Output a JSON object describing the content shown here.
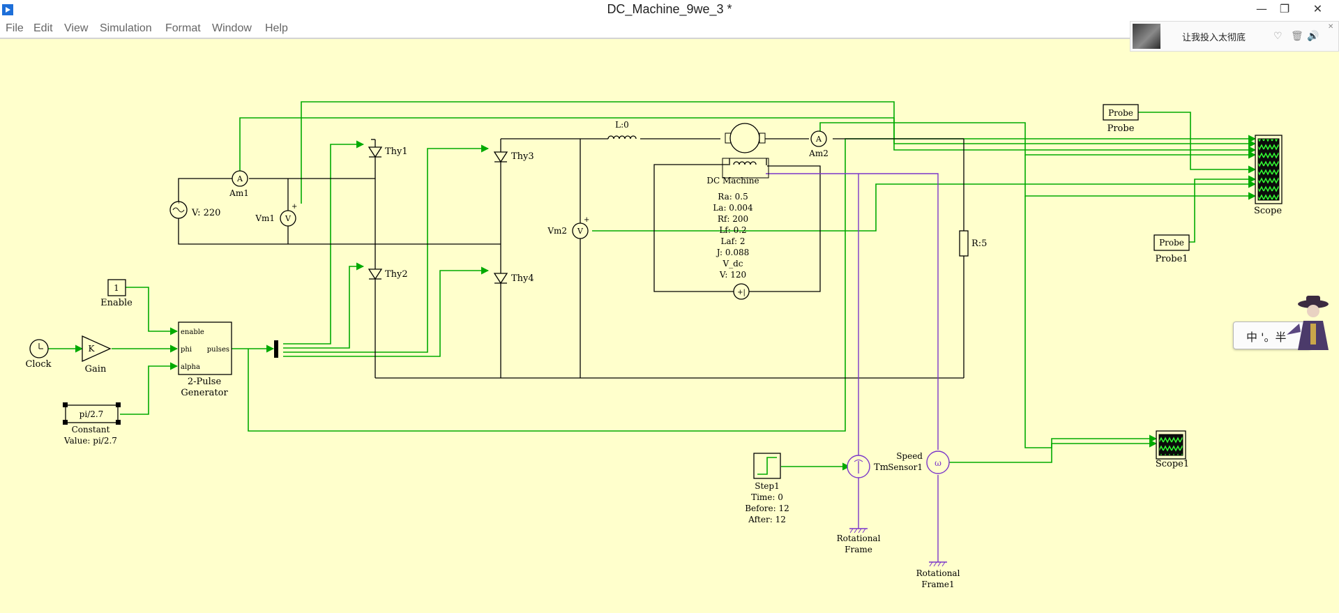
{
  "window": {
    "title": "DC_Machine_9we_3 *",
    "controls": {
      "minimize": "—",
      "maximize": "❐",
      "close": "✕"
    }
  },
  "menu": [
    "File",
    "Edit",
    "View",
    "Simulation",
    "Format",
    "Window",
    "Help"
  ],
  "blocks": {
    "clock": {
      "label": "Clock"
    },
    "gain": {
      "symbol": "K",
      "label": "Gain"
    },
    "enable": {
      "value": "1",
      "label": "Enable"
    },
    "constant": {
      "value": "pi/2.7",
      "label1": "Constant",
      "label2": "Value: pi/2.7"
    },
    "pulse_gen": {
      "port_enable": "enable",
      "port_phi": "phi",
      "port_pulses": "pulses",
      "port_alpha": "alpha",
      "label1": "2-Pulse",
      "label2": "Generator"
    },
    "voltage_source": {
      "label": "V: 220"
    },
    "am1": {
      "symbol": "A",
      "label": "Am1"
    },
    "vm1": {
      "symbol": "V",
      "label": "Vm1",
      "plus": "+"
    },
    "thy1": {
      "label": "Thy1"
    },
    "thy2": {
      "label": "Thy2"
    },
    "thy3": {
      "label": "Thy3"
    },
    "thy4": {
      "label": "Thy4"
    },
    "vm2": {
      "symbol": "V",
      "label": "Vm2",
      "plus": "+"
    },
    "inductor": {
      "label": "L:0"
    },
    "am2": {
      "symbol": "A",
      "label": "Am2"
    },
    "dc_machine": {
      "label": "DC Machine",
      "params": [
        "Ra: 0.5",
        "La: 0.004",
        "Rf: 200",
        "Lf: 0.2",
        "Laf: 2",
        "J: 0.088",
        "V_dc",
        "V: 120"
      ],
      "source_symbol": "+|"
    },
    "resistor": {
      "label": "R:5"
    },
    "probe": {
      "text": "Probe",
      "label": "Probe"
    },
    "probe1": {
      "text": "Probe",
      "label": "Probe1"
    },
    "scope": {
      "label": "Scope"
    },
    "scope1": {
      "label": "Scope1"
    },
    "step1": {
      "label": "Step1",
      "params": [
        "Time: 0",
        "Before: 12",
        "After: 12"
      ]
    },
    "torque": {
      "label": "Tm"
    },
    "speed_sensor": {
      "symbol": "ω",
      "label1": "Speed",
      "label2": "Sensor1"
    },
    "rot_frame": {
      "label1": "Rotational",
      "label2": "Frame"
    },
    "rot_frame1": {
      "label1": "Rotational",
      "label2": "Frame1"
    }
  },
  "colors": {
    "canvas": "#ffffcc",
    "signal_wire": "#00aa00",
    "electrical_wire": "#000000",
    "mechanical_wire": "#7a35c9"
  },
  "popup": {
    "text": "让我投入太彻底",
    "icons": [
      "heart-icon",
      "trash-icon",
      "speaker-icon"
    ]
  },
  "ime": {
    "text": "中 '。半"
  }
}
